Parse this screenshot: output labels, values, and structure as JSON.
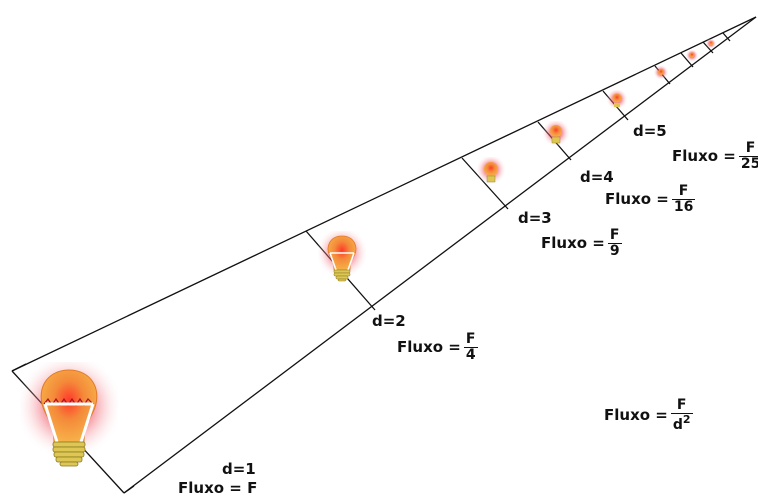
{
  "stations": [
    {
      "distance_label": "d=1",
      "flux_prefix": "Fluxo = ",
      "flux_value": "F"
    },
    {
      "distance_label": "d=2",
      "flux_prefix": "Fluxo =",
      "numerator": "F",
      "denominator": "4"
    },
    {
      "distance_label": "d=3",
      "flux_prefix": "Fluxo =",
      "numerator": "F",
      "denominator": "9"
    },
    {
      "distance_label": "d=4",
      "flux_prefix": "Fluxo =",
      "numerator": "F",
      "denominator": "16"
    },
    {
      "distance_label": "d=5",
      "flux_prefix": "Fluxo =",
      "numerator": "F",
      "denominator": "25"
    }
  ],
  "general_law": {
    "flux_prefix": "Fluxo =",
    "numerator": "F",
    "denominator_base": "d",
    "denominator_exponent": "2"
  },
  "colors": {
    "line": "#111111",
    "bulb_glow": "#e0202e",
    "bulb_glass": "#f5a030",
    "bulb_base": "#d9c24a"
  }
}
